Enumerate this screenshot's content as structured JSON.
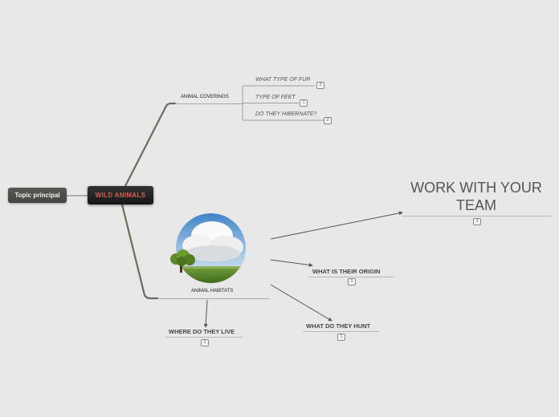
{
  "root": {
    "label": "Topic principal"
  },
  "central": {
    "label": "WILD ANIMALS"
  },
  "coverings": {
    "label": "ANIMAL COVERINGS",
    "children": [
      {
        "label": "WHAT TYPE OF FUR",
        "badge": "2"
      },
      {
        "label": "TYPE OF FEET",
        "badge": "1"
      },
      {
        "label": "DO THEY HIBERNATE?",
        "badge": "2"
      }
    ]
  },
  "habitats": {
    "label": "ANIMAL HABITATS",
    "image": "cloudy-landscape-with-tree",
    "children": {
      "team": {
        "label": "WORK WITH YOUR TEAM",
        "badge": "3"
      },
      "origin": {
        "label": "WHAT IS THEIR ORIGIN",
        "badge": "1"
      },
      "hunt": {
        "label": "WHAT DO THEY HUNT",
        "badge": "1"
      },
      "live": {
        "label": "WHERE DO THEY LIVE",
        "badge": "1"
      }
    }
  },
  "colors": {
    "background": "#e8e8e8",
    "branch": "#6b6b5f",
    "central_text": "#e05a52"
  }
}
